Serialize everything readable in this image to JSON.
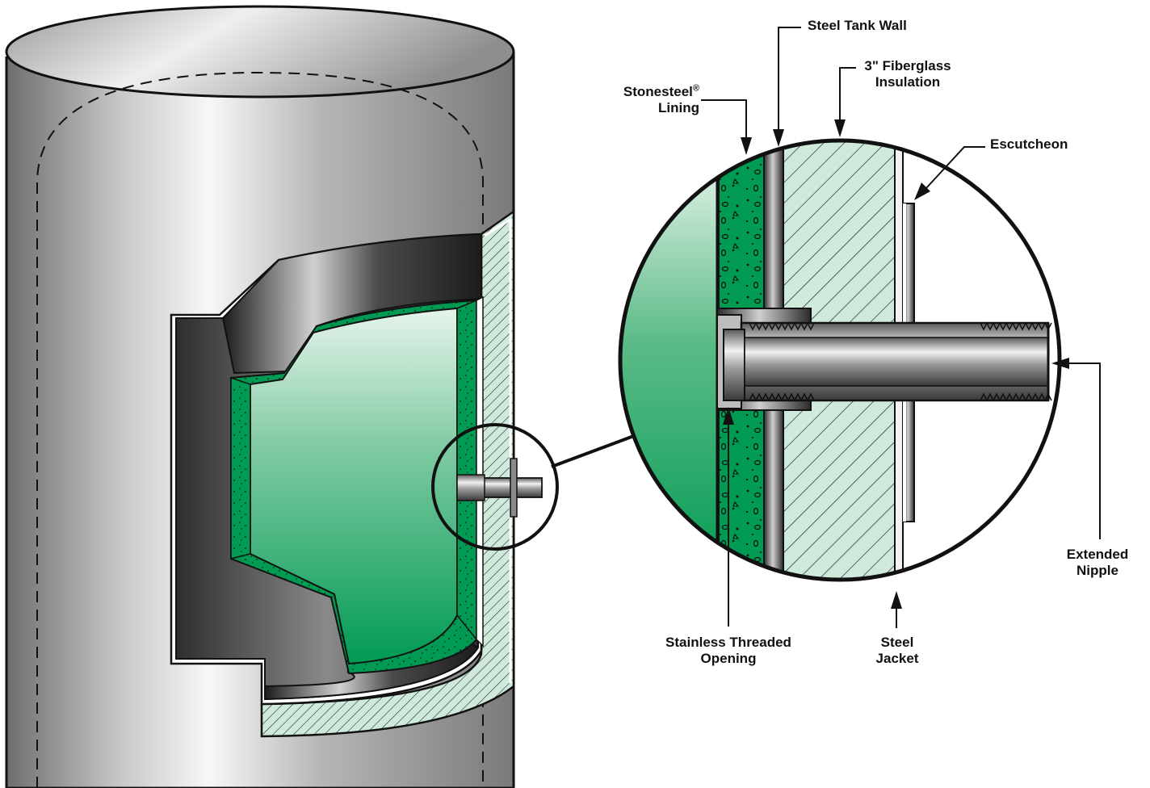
{
  "labels": {
    "steel_tank_wall": "Steel Tank Wall",
    "fiberglass_line1": "3\" Fiberglass",
    "fiberglass_line2": "Insulation",
    "stonesteel_line1": "Stonesteel",
    "stonesteel_mark": "®",
    "stonesteel_line2": "Lining",
    "escutcheon": "Escutcheon",
    "extended_line1": "Extended",
    "extended_line2": "Nipple",
    "stainless_line1": "Stainless Threaded",
    "stainless_line2": "Opening",
    "jacket_line1": "Steel",
    "jacket_line2": "Jacket"
  },
  "colors": {
    "green_dark": "#009a52",
    "green_light": "#c9e9d8",
    "insulation": "#cfeadb",
    "steel_light": "#e9e9e9",
    "steel_dark": "#4a4a4a",
    "outline": "#111111"
  }
}
